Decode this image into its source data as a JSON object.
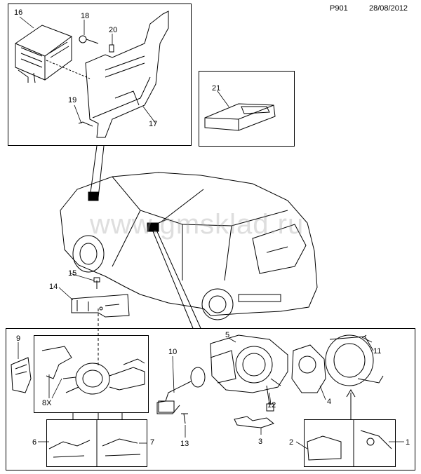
{
  "header": {
    "plate_code": "P901",
    "date": "28/08/2012"
  },
  "watermark": "www.gmsklad.ru",
  "callouts": [
    {
      "id": "c16",
      "label": "16"
    },
    {
      "id": "c18",
      "label": "18"
    },
    {
      "id": "c20",
      "label": "20"
    },
    {
      "id": "c19",
      "label": "19"
    },
    {
      "id": "c17",
      "label": "17"
    },
    {
      "id": "c21",
      "label": "21"
    },
    {
      "id": "c15",
      "label": "15"
    },
    {
      "id": "c14",
      "label": "14"
    },
    {
      "id": "c9",
      "label": "9"
    },
    {
      "id": "c8x",
      "label": "8X"
    },
    {
      "id": "c10",
      "label": "10"
    },
    {
      "id": "c5",
      "label": "5"
    },
    {
      "id": "c11",
      "label": "11"
    },
    {
      "id": "c4",
      "label": "4"
    },
    {
      "id": "c12",
      "label": "12"
    },
    {
      "id": "c3",
      "label": "3"
    },
    {
      "id": "c13",
      "label": "13"
    },
    {
      "id": "c6",
      "label": "6"
    },
    {
      "id": "c7",
      "label": "7"
    },
    {
      "id": "c2",
      "label": "2"
    },
    {
      "id": "c1",
      "label": "1"
    }
  ]
}
